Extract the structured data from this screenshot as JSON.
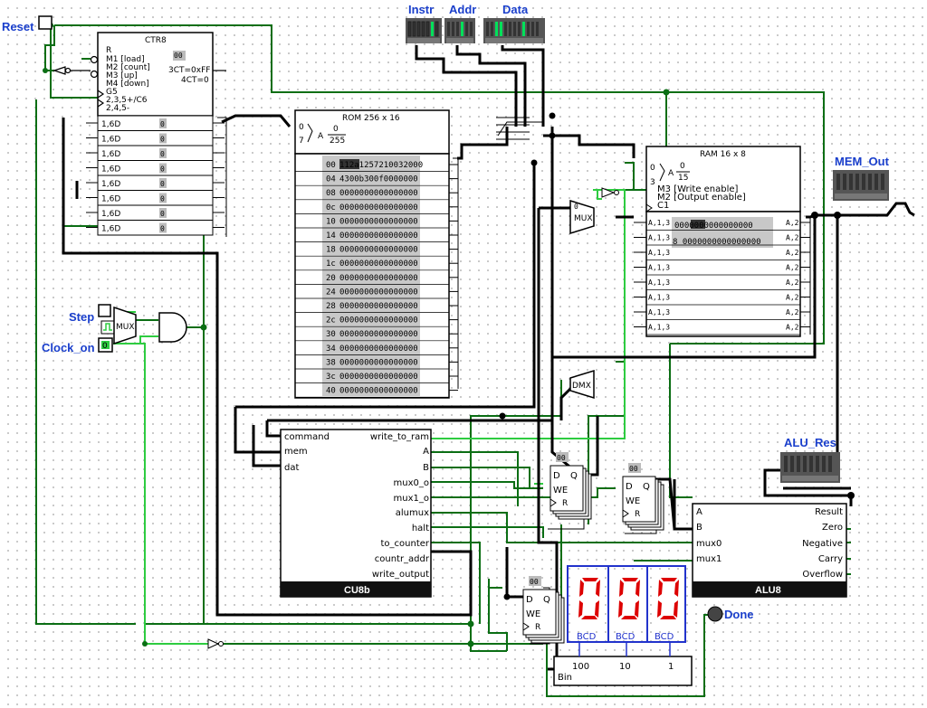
{
  "pins": {
    "reset": "Reset",
    "instr": "Instr",
    "addr": "Addr",
    "data": "Data",
    "mem_out": "MEM_Out",
    "alu_res": "ALU_Res",
    "step": "Step",
    "clock_on": "Clock_on",
    "done": "Done"
  },
  "counter": {
    "title": "CTR8",
    "value": "00",
    "lines": [
      "R",
      "M1 [load]",
      "M2 [count]",
      "M3 [up]",
      "M4 [down]",
      "G5",
      "2,3,5+/C6",
      "2,4,5-"
    ],
    "ct_max": "3CT=0xFF",
    "ct_min": "4CT=0",
    "data_label": "1,6D",
    "data_bit": "0"
  },
  "rom": {
    "title": "ROM 256 x 16",
    "addr_low": "0",
    "addr_high": "255",
    "addr_letter": "A",
    "pin_low": "0",
    "pin_high": "7",
    "rows": [
      {
        "a": "00",
        "v": "112a1257210032000"
      },
      {
        "a": "04",
        "v": "4300b300f0000000"
      },
      {
        "a": "08",
        "v": "0000000000000000"
      },
      {
        "a": "0c",
        "v": "0000000000000000"
      },
      {
        "a": "10",
        "v": "0000000000000000"
      },
      {
        "a": "14",
        "v": "0000000000000000"
      },
      {
        "a": "18",
        "v": "0000000000000000"
      },
      {
        "a": "1c",
        "v": "0000000000000000"
      },
      {
        "a": "20",
        "v": "0000000000000000"
      },
      {
        "a": "24",
        "v": "0000000000000000"
      },
      {
        "a": "28",
        "v": "0000000000000000"
      },
      {
        "a": "2c",
        "v": "0000000000000000"
      },
      {
        "a": "30",
        "v": "0000000000000000"
      },
      {
        "a": "34",
        "v": "0000000000000000"
      },
      {
        "a": "38",
        "v": "0000000000000000"
      },
      {
        "a": "3c",
        "v": "0000000000000000"
      },
      {
        "a": "40",
        "v": "0000000000000000"
      }
    ]
  },
  "ram": {
    "title": "RAM 16 x 8",
    "addr_low": "0",
    "addr_high": "15",
    "addr_letter": "A",
    "pin_low": "0",
    "pin_high": "3",
    "line_we": "M3 [Write enable]",
    "line_oe": "M2 [Output enable]",
    "line_clk": "C1",
    "row0": "0000000000000000",
    "row8": "8 0000000000000000",
    "port_in": "A,1,3",
    "port_out": "A,2"
  },
  "cu": {
    "title": "CU8b",
    "inputs": [
      "command",
      "mem",
      "dat"
    ],
    "outputs": [
      "write_to_ram",
      "A",
      "B",
      "mux0_o",
      "mux1_o",
      "alumux",
      "halt",
      "to_counter",
      "countr_addr",
      "write_output"
    ]
  },
  "alu": {
    "title": "ALU8",
    "inputs": [
      "A",
      "B",
      "mux0",
      "mux1"
    ],
    "outputs": [
      "Result",
      "Zero",
      "Negative",
      "Carry",
      "Overflow"
    ]
  },
  "registers": {
    "value": "00",
    "d": "D",
    "q": "Q",
    "we": "WE",
    "r": "R"
  },
  "muxes": {
    "mux": "MUX",
    "dmx": "DMX",
    "sel": "0"
  },
  "bcd": {
    "label": "BCD",
    "digits": [
      "0",
      "0",
      "0"
    ],
    "weights": [
      "100",
      "10",
      "1"
    ],
    "bin": "Bin"
  },
  "colors": {
    "wire_on": "#2ecc40",
    "wire_off": "#0b6e14",
    "bus": "#000000",
    "label": "#1a3fcc",
    "segment": "#dd0000",
    "bcd_frame": "#2233cc"
  }
}
